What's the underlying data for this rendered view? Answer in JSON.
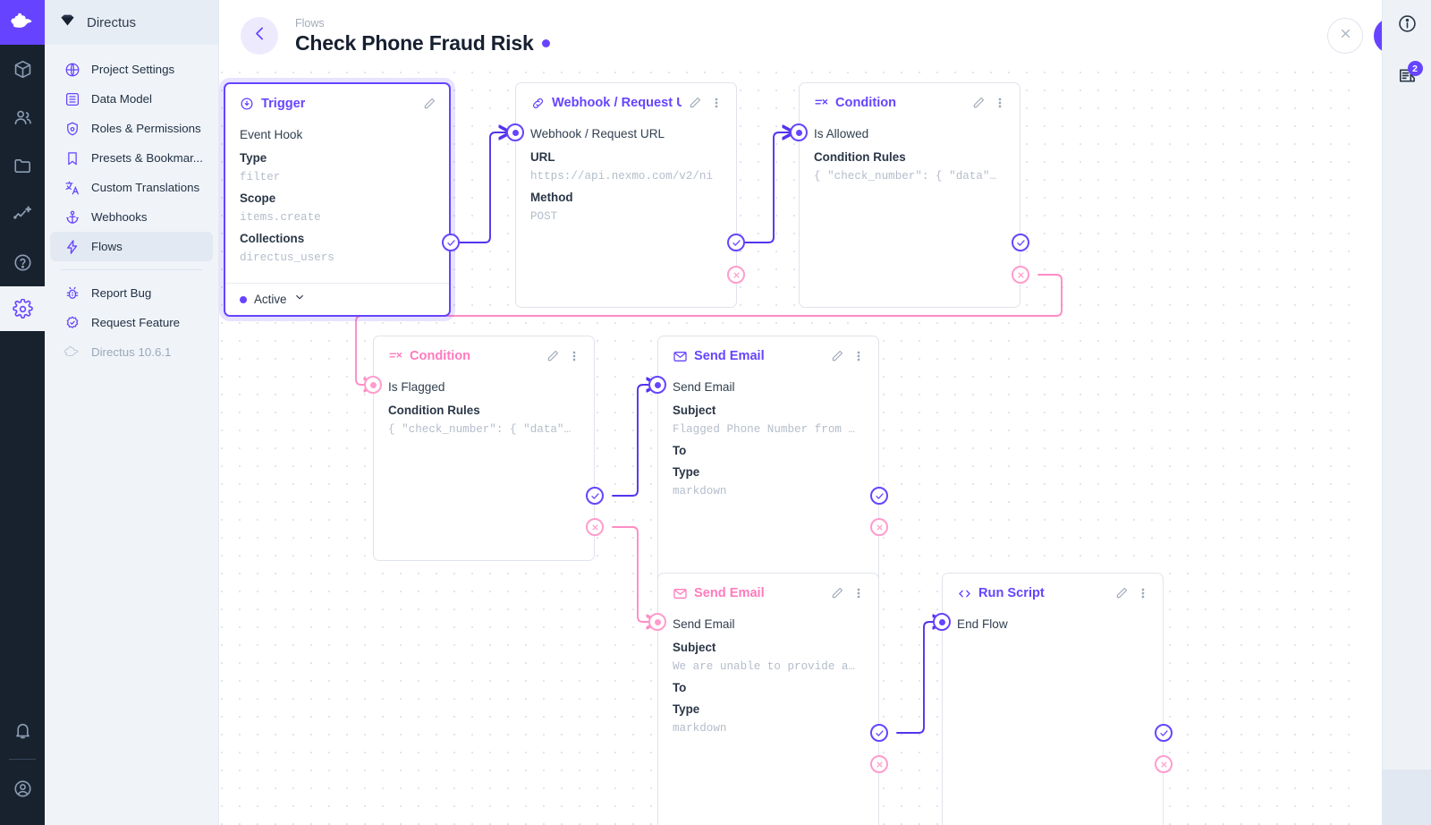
{
  "rail": {
    "logo_icon": "directus-rabbit-logo",
    "items": [
      {
        "name": "content",
        "icon": "box-icon"
      },
      {
        "name": "users",
        "icon": "people-icon"
      },
      {
        "name": "files",
        "icon": "folder-icon"
      },
      {
        "name": "insights",
        "icon": "insights-icon"
      },
      {
        "name": "docs",
        "icon": "question-circle-icon"
      }
    ],
    "settings_icon": "gear-icon",
    "bottom": [
      {
        "name": "notifications",
        "icon": "bell-icon"
      },
      {
        "name": "account",
        "icon": "user-circle-icon"
      }
    ]
  },
  "sidebar": {
    "brand": "Directus",
    "brand_icon": "directus-diamond-icon",
    "items": [
      {
        "label": "Project Settings",
        "icon": "globe-icon",
        "active": false
      },
      {
        "label": "Data Model",
        "icon": "list-box-icon",
        "active": false
      },
      {
        "label": "Roles & Permissions",
        "icon": "shield-user-icon",
        "active": false
      },
      {
        "label": "Presets & Bookmar...",
        "icon": "bookmark-icon",
        "active": false
      },
      {
        "label": "Custom Translations",
        "icon": "translate-icon",
        "active": false
      },
      {
        "label": "Webhooks",
        "icon": "anchor-icon",
        "active": false
      },
      {
        "label": "Flows",
        "icon": "bolt-icon",
        "active": true
      }
    ],
    "footer_items": [
      {
        "label": "Report Bug",
        "icon": "bug-icon"
      },
      {
        "label": "Request Feature",
        "icon": "badge-check-icon"
      }
    ],
    "version": "Directus 10.6.1",
    "version_icon": "rabbit-icon"
  },
  "header": {
    "back_icon": "arrow-left-icon",
    "breadcrumb": "Flows",
    "title": "Check Phone Fraud Risk",
    "status_dot_color": "#6644ff",
    "cancel_icon": "close-icon",
    "save_icon": "check-icon"
  },
  "right_rail": {
    "info_icon": "info-circle-icon",
    "revisions_icon": "revisions-icon",
    "revisions_badge": "2",
    "logs_icon": "clipboard-clock-icon"
  },
  "flow": {
    "nodes": [
      {
        "id": "trigger",
        "type": "Trigger",
        "icon": "trigger-icon",
        "accent": "#6644ff",
        "selected": true,
        "operation_name": "Event Hook",
        "fields": [
          {
            "label": "Type",
            "value": "filter"
          },
          {
            "label": "Scope",
            "value": "items.create"
          },
          {
            "label": "Collections",
            "value": "directus_users"
          }
        ],
        "footer": {
          "status": "Active",
          "chevron": "chevron-down-icon"
        }
      },
      {
        "id": "webhook",
        "type": "Webhook / Request U",
        "icon": "link-icon",
        "accent": "#6644ff",
        "selected": false,
        "operation_name": "Webhook / Request URL",
        "fields": [
          {
            "label": "URL",
            "value": "https://api.nexmo.com/v2/ni"
          },
          {
            "label": "Method",
            "value": "POST"
          }
        ]
      },
      {
        "id": "cond-allowed",
        "type": "Condition",
        "icon": "condition-icon",
        "accent": "#6644ff",
        "selected": false,
        "operation_name": "Is Allowed",
        "fields": [
          {
            "label": "Condition Rules",
            "value": "{ \"check_number\": { \"data\"…"
          }
        ]
      },
      {
        "id": "cond-flagged",
        "type": "Condition",
        "icon": "condition-icon",
        "accent": "#ff7bbd",
        "selected": false,
        "operation_name": "Is Flagged",
        "fields": [
          {
            "label": "Condition Rules",
            "value": "{ \"check_number\": { \"data\"…"
          }
        ]
      },
      {
        "id": "email-flagged",
        "type": "Send Email",
        "icon": "envelope-icon",
        "accent": "#6644ff",
        "selected": false,
        "operation_name": "Send Email",
        "fields": [
          {
            "label": "Subject",
            "value": "Flagged Phone Number from …"
          },
          {
            "label": "To",
            "value": ""
          },
          {
            "label": "Type",
            "value": "markdown"
          }
        ]
      },
      {
        "id": "email-unable",
        "type": "Send Email",
        "icon": "envelope-icon",
        "accent": "#ff7bbd",
        "selected": false,
        "operation_name": "Send Email",
        "fields": [
          {
            "label": "Subject",
            "value": "We are unable to provide a…"
          },
          {
            "label": "To",
            "value": ""
          },
          {
            "label": "Type",
            "value": "markdown"
          }
        ]
      },
      {
        "id": "run-script",
        "type": "Run Script",
        "icon": "code-icon",
        "accent": "#6644ff",
        "selected": false,
        "operation_name": "End Flow",
        "fields": []
      }
    ],
    "panel_tool_icons": {
      "edit": "pencil-icon",
      "more": "more-vertical-icon"
    },
    "node_markers": {
      "resolve": "check-circle-icon",
      "reject": "x-circle-icon",
      "input": "dot-circle-icon"
    }
  }
}
